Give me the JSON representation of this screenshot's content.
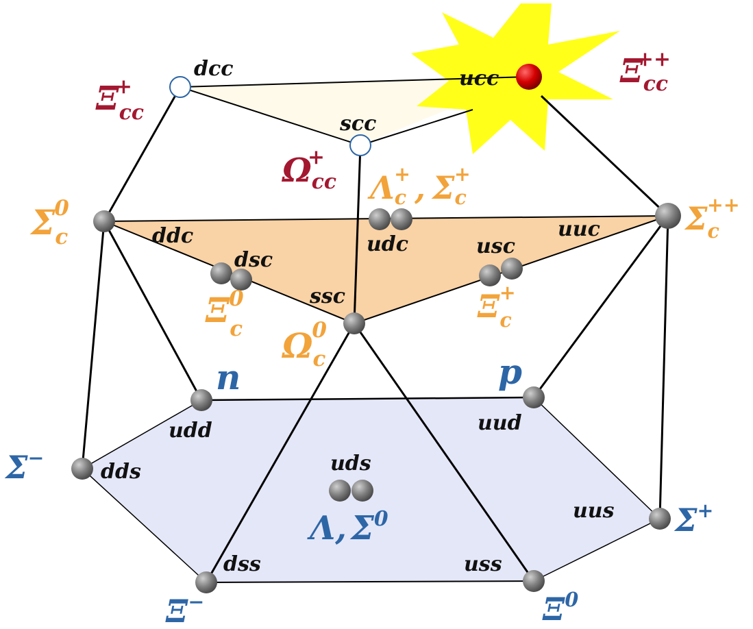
{
  "colors": {
    "dark_red": "#a31830",
    "orange": "#f2a33a",
    "blue": "#2d66a6",
    "quark_text": "#111111",
    "top_plane_fill": "#fffaea",
    "mid_plane_fill": "#f9d2a5",
    "bottom_plane_fill": "#e4e7f8",
    "ball_gray": "#7d7d7d",
    "star_fill": "#ffff1a",
    "ucc_ball": "#d60000",
    "line": "#000000"
  },
  "quarks": {
    "dcc": "dcc",
    "ucc": "ucc",
    "scc": "scc",
    "ddc": "ddc",
    "udc": "udc",
    "uuc": "uuc",
    "dsc": "dsc",
    "usc": "usc",
    "ssc": "ssc",
    "udd": "udd",
    "uud": "uud",
    "dds": "dds",
    "uds": "uds",
    "uus": "uus",
    "dss": "dss",
    "uss": "uss"
  },
  "particles": {
    "xi_cc_plus": {
      "main": "Ξ",
      "sub": "cc",
      "sup": "+"
    },
    "xi_cc_plusplus": {
      "main": "Ξ",
      "sub": "cc",
      "sup": "++"
    },
    "omega_cc_plus": {
      "main": "Ω",
      "sub": "cc",
      "sup": "+"
    },
    "lambda_c_plus": {
      "main": "Λ",
      "sub": "c",
      "sup": "+"
    },
    "sigma_c_plus": {
      "main": "Σ",
      "sub": "c",
      "sup": "+"
    },
    "sigma_c_zero": {
      "main": "Σ",
      "sub": "c",
      "sup": "0"
    },
    "sigma_c_plusplus": {
      "main": "Σ",
      "sub": "c",
      "sup": "++"
    },
    "xi_c_zero": {
      "main": "Ξ",
      "sub": "c",
      "sup": "0"
    },
    "xi_c_plus": {
      "main": "Ξ",
      "sub": "c",
      "sup": "+"
    },
    "omega_c_zero": {
      "main": "Ω",
      "sub": "c",
      "sup": "0"
    },
    "n": {
      "main": "n"
    },
    "p": {
      "main": "p"
    },
    "sigma_minus": {
      "main": "Σ",
      "sup": "−"
    },
    "sigma_plus": {
      "main": "Σ",
      "sup": "+"
    },
    "lambda": {
      "main": "Λ"
    },
    "sigma_zero": {
      "main": "Σ",
      "sup": "0"
    },
    "xi_minus": {
      "main": "Ξ",
      "sup": "−"
    },
    "xi_zero": {
      "main": "Ξ",
      "sup": "0"
    },
    "comma": ","
  }
}
